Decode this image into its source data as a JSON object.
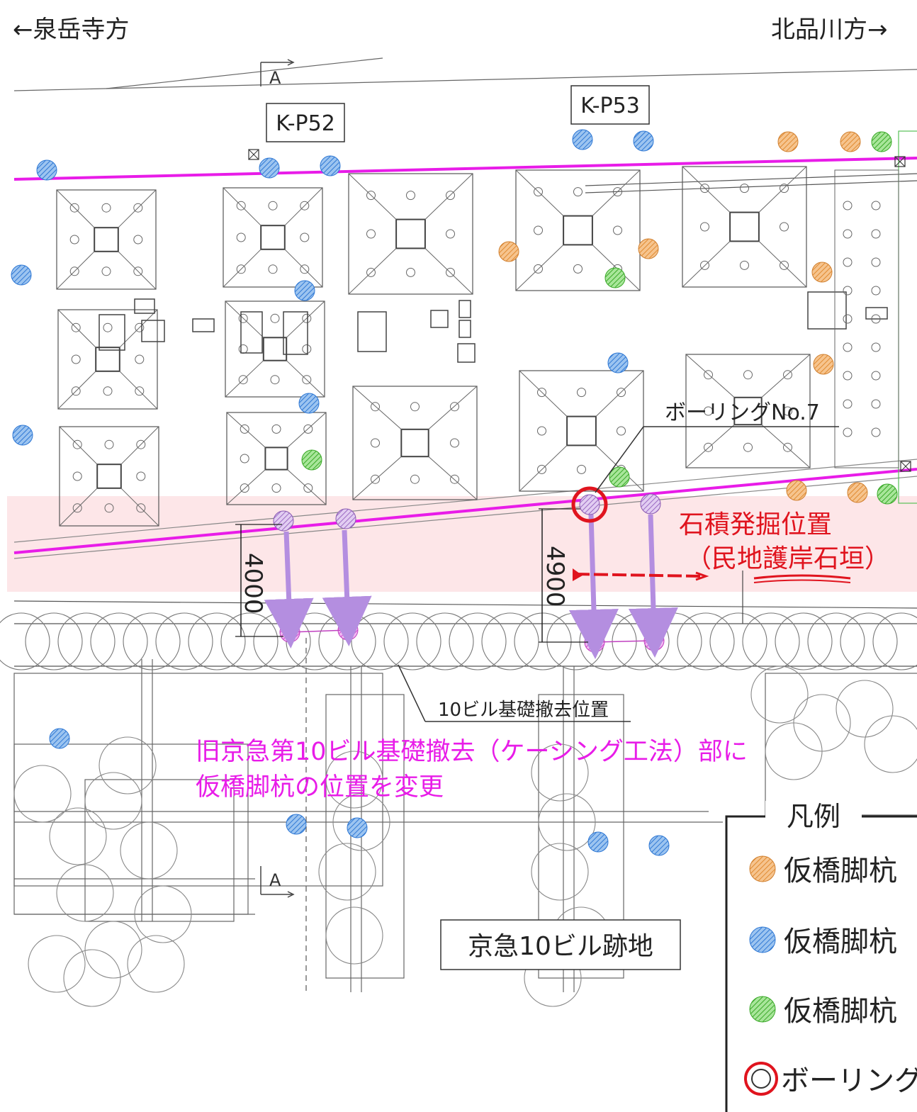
{
  "directions": {
    "left": "←泉岳寺方",
    "right": "北品川方→"
  },
  "section_marker": "A",
  "pier_tags": [
    "K-P52",
    "K-P53"
  ],
  "boring": {
    "label": "ボーリングNo.7",
    "color": "#e0141e"
  },
  "stone_wall": {
    "line1": "石積発掘位置",
    "line2": "（民地護岸石垣）",
    "color": "#e0141e"
  },
  "dimensions": {
    "left": "4000",
    "right": "4900"
  },
  "removal_label": "10ビル基礎撤去位置",
  "change_note": {
    "line1": "旧京急第10ビル基礎撤去（ケーシング工法）部に",
    "line2": "仮橋脚杭の位置を変更",
    "color": "#e81ce8"
  },
  "site_label": "京急10ビル跡地",
  "legend": {
    "title": "凡例",
    "items": [
      {
        "label": "仮橋脚杭",
        "color": "#f0a050",
        "icon": "orange-hatched-circle-icon"
      },
      {
        "label": "仮橋脚杭",
        "color": "#4a90e2",
        "icon": "blue-hatched-circle-icon"
      },
      {
        "label": "仮橋脚杭",
        "color": "#55c23c",
        "icon": "green-hatched-circle-icon"
      },
      {
        "label": "ボーリング調",
        "color": "#e0141e",
        "icon": "red-ring-icon"
      }
    ]
  },
  "colors": {
    "boundary": "#e81ce8",
    "relocation_arrow": "#b48ee0",
    "band": "#fde6e8",
    "pile_orange": "#f0a050",
    "pile_blue": "#4a90e2",
    "pile_green": "#55c23c",
    "pile_pink": "#e060e0"
  }
}
